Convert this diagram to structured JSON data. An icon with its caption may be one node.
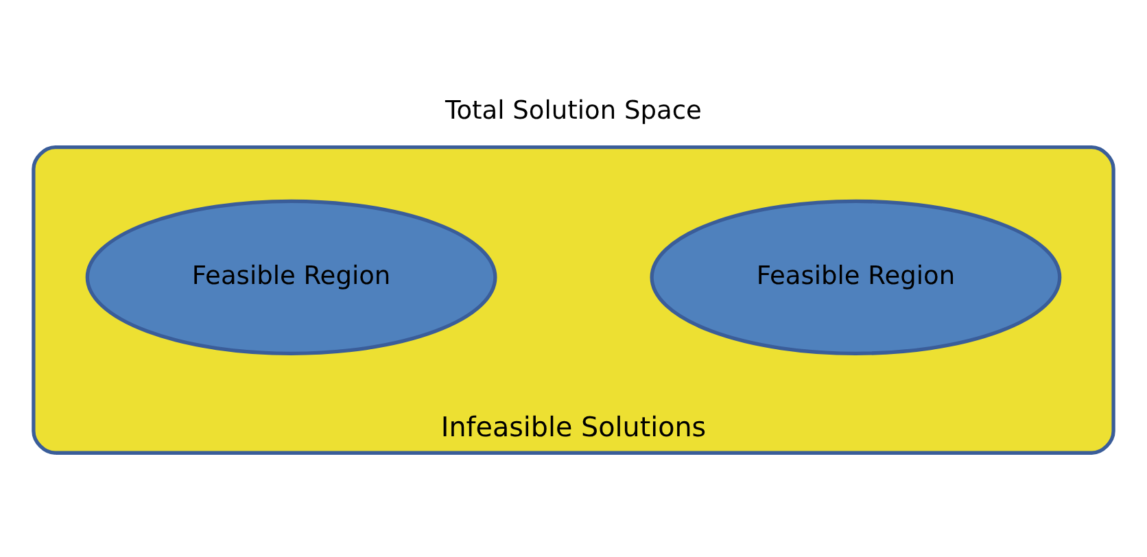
{
  "diagram": {
    "title": "Total Solution Space",
    "nodes": [
      {
        "text": [
          "Infeasible Solutions"
        ]
      },
      {
        "text": [
          "Feasible Region"
        ],
        "in": 0
      },
      {
        "text": [
          "Feasible Region"
        ],
        "in": 0
      }
    ]
  }
}
